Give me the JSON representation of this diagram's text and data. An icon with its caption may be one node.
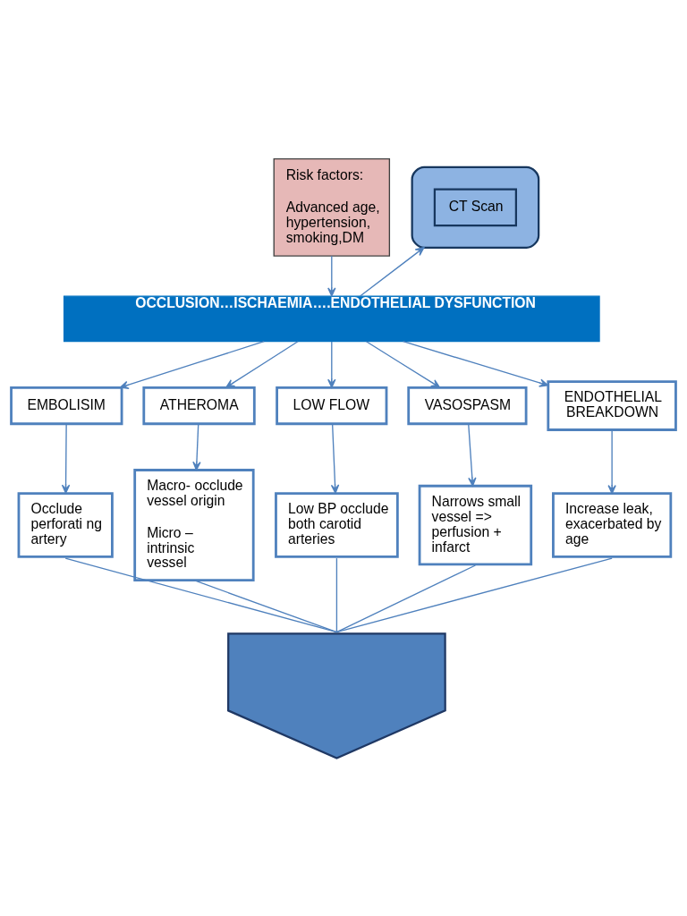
{
  "diagram": {
    "nodes": [
      {
        "text": [
          "Risk factors:",
          "Advanced age, hypertension, smoking,DM"
        ]
      },
      {
        "text": [],
        "shape": "ellipse"
      },
      {
        "text": [
          "CT Scan"
        ],
        "in": 1
      },
      {
        "text": [
          "OCCLUSION…ISCHAEMIA….ENDOTHELIAL DYSFUNCTION"
        ]
      },
      {
        "text": [
          "EMBOLISIM"
        ]
      },
      {
        "text": [
          "ATHEROMA"
        ]
      },
      {
        "text": [
          "LOW FLOW"
        ]
      },
      {
        "text": [
          "VASOSPASM"
        ]
      },
      {
        "text": [
          "ENDOTHELIAL BREAKDOWN"
        ]
      },
      {
        "text": [
          "Occlude perforati ng artery"
        ]
      },
      {
        "text": [
          "Macro- occlude vessel origin",
          "Micro – intrinsic vessel"
        ]
      },
      {
        "text": [
          "Low BP occlude both carotid arteries"
        ]
      },
      {
        "text": [
          "Narrows small vessel => perfusion + infarct"
        ]
      },
      {
        "text": [
          "Increase leak, exacerbated by age"
        ]
      },
      {
        "text": [],
        "shape": "arrow"
      }
    ],
    "edges": [
      {
        "from": 0,
        "to": 3,
        "arrow": "to"
      },
      {
        "from": 3,
        "to": 1,
        "arrow": "to"
      },
      {
        "from": 3,
        "to": 4,
        "arrow": "to"
      },
      {
        "from": 3,
        "to": 5,
        "arrow": "to"
      },
      {
        "from": 3,
        "to": 6,
        "arrow": "to"
      },
      {
        "from": 3,
        "to": 7,
        "arrow": "to"
      },
      {
        "from": 3,
        "to": 8,
        "arrow": "to"
      },
      {
        "from": 4,
        "to": 9,
        "arrow": "to"
      },
      {
        "from": 5,
        "to": 10,
        "arrow": "to"
      },
      {
        "from": 6,
        "to": 11,
        "arrow": "to"
      },
      {
        "from": 7,
        "to": 12,
        "arrow": "to"
      },
      {
        "from": 8,
        "to": 13,
        "arrow": "to"
      },
      {
        "from": 9,
        "to": 14,
        "arrow": "none"
      },
      {
        "from": 10,
        "to": 14,
        "arrow": "none"
      },
      {
        "from": 11,
        "to": 14,
        "arrow": "none"
      },
      {
        "from": 12,
        "to": 14,
        "arrow": "none"
      },
      {
        "from": 13,
        "to": 14,
        "arrow": "none"
      }
    ]
  }
}
